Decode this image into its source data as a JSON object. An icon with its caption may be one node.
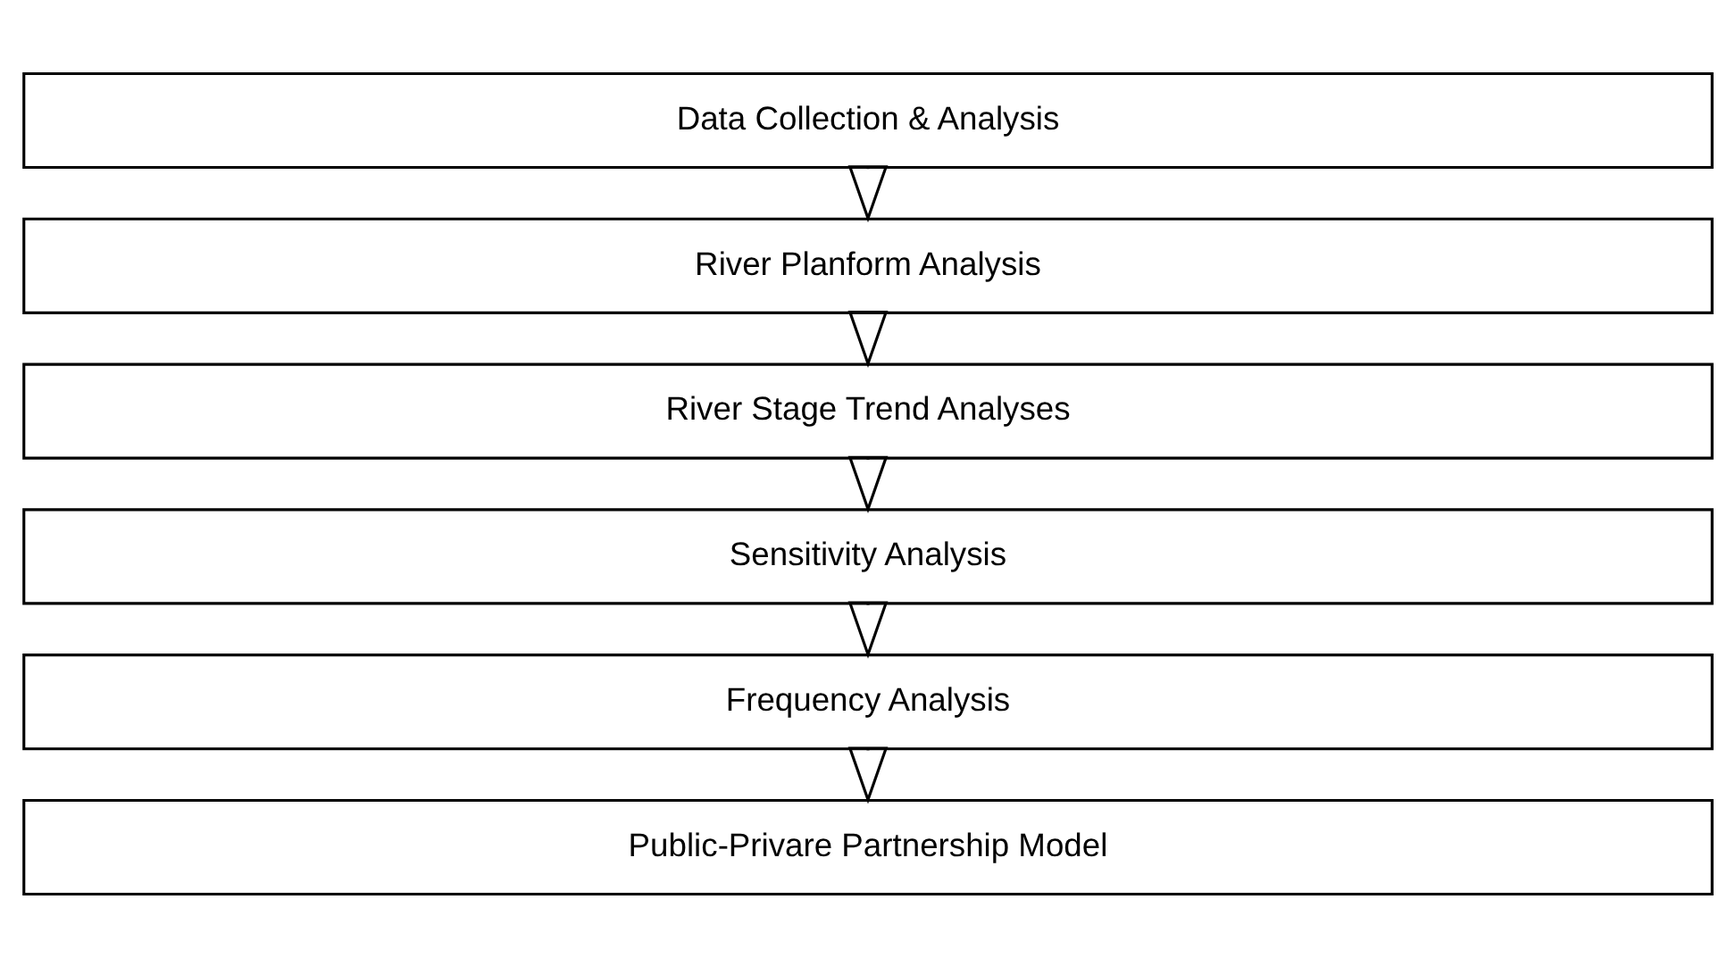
{
  "diagram": {
    "nodes": [
      {
        "text": [
          "Data Collection & Analysis"
        ]
      },
      {
        "text": [
          "River Planform Analysis"
        ]
      },
      {
        "text": [
          "River Stage Trend Analyses"
        ]
      },
      {
        "text": [
          "Sensitivity Analysis"
        ]
      },
      {
        "text": [
          "Frequency Analysis"
        ]
      },
      {
        "text": [
          "Public-Privare Partnership Model"
        ]
      }
    ],
    "edges": [
      {
        "from": 0,
        "to": 1,
        "arrow": "to"
      },
      {
        "from": 1,
        "to": 2,
        "arrow": "to"
      },
      {
        "from": 2,
        "to": 3,
        "arrow": "to"
      },
      {
        "from": 3,
        "to": 4,
        "arrow": "to"
      },
      {
        "from": 4,
        "to": 5,
        "arrow": "to"
      }
    ]
  }
}
